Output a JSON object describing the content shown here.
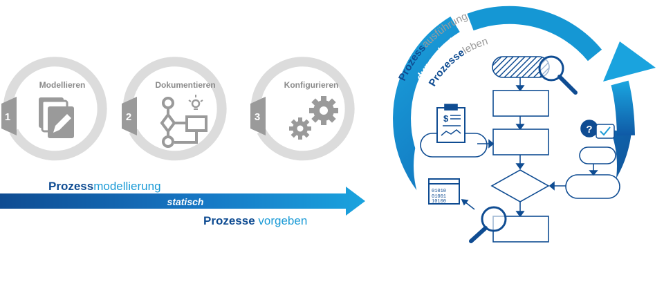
{
  "steps": [
    {
      "number": "1",
      "label": "Modellieren",
      "icon": "documents-pencil-icon"
    },
    {
      "number": "2",
      "label": "Dokumentieren",
      "icon": "process-flow-icon"
    },
    {
      "number": "3",
      "label": "Konfigurieren",
      "icon": "gears-icon"
    }
  ],
  "left_arrow": {
    "heading_bold": "Prozess",
    "heading_rest": "modellierung",
    "label": "statisch",
    "subline_bold": "Prozesse",
    "subline_rest": " vorgeben"
  },
  "right_cycle": {
    "outer_bold": "Prozess",
    "outer_rest": "ausführung",
    "middle": "dynamisch",
    "inner_bold": "Prozesse",
    "inner_rest": "leben"
  },
  "colors": {
    "grey_ring": "#d9d9d9",
    "grey_text": "#8a8a8a",
    "dark_blue": "#0f4c92",
    "light_blue": "#1a9ad6",
    "accent_blue": "#6cc6ee"
  }
}
